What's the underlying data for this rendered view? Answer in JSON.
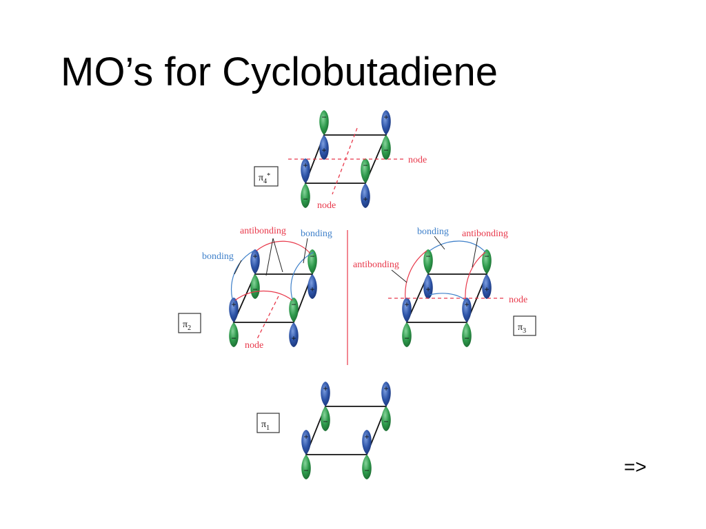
{
  "slide": {
    "title": "MO’s for Cyclobutadiene",
    "next_arrow": "=>"
  },
  "diagram": {
    "colors": {
      "lobe_blue": "#2e55a8",
      "lobe_green": "#2e9a4c",
      "node_red": "#e8384a",
      "bonding_blue": "#3d7fc9",
      "antibonding_red": "#e8384a"
    },
    "orbitals": [
      {
        "id": "pi4",
        "symbol": "π",
        "subscript": "4",
        "superscript": "*",
        "node_labels": [
          "node",
          "node"
        ]
      },
      {
        "id": "pi2",
        "symbol": "π",
        "subscript": "2",
        "annotations": [
          "antibonding",
          "bonding",
          "bonding"
        ],
        "node_labels": [
          "node"
        ]
      },
      {
        "id": "pi3",
        "symbol": "π",
        "subscript": "3",
        "annotations": [
          "bonding",
          "antibonding",
          "antibonding"
        ],
        "node_labels": [
          "node"
        ]
      },
      {
        "id": "pi1",
        "symbol": "π",
        "subscript": "1"
      }
    ],
    "signs": {
      "plus": "+",
      "minus": "−"
    }
  }
}
